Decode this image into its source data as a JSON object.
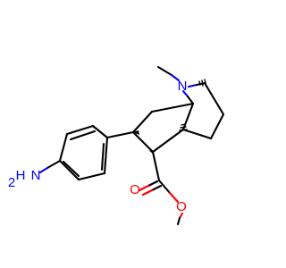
{
  "molecule": {
    "atom_labels": {
      "n_bridge": "N",
      "o_carbonyl": "O",
      "o_ester": "O",
      "amine_n": "N",
      "amine_h": "H",
      "amine_h_count": "2"
    },
    "colors": {
      "bond": "#000000",
      "nitrogen": "#0000ff",
      "oxygen": "#ff0000",
      "background": "#ffffff"
    }
  }
}
